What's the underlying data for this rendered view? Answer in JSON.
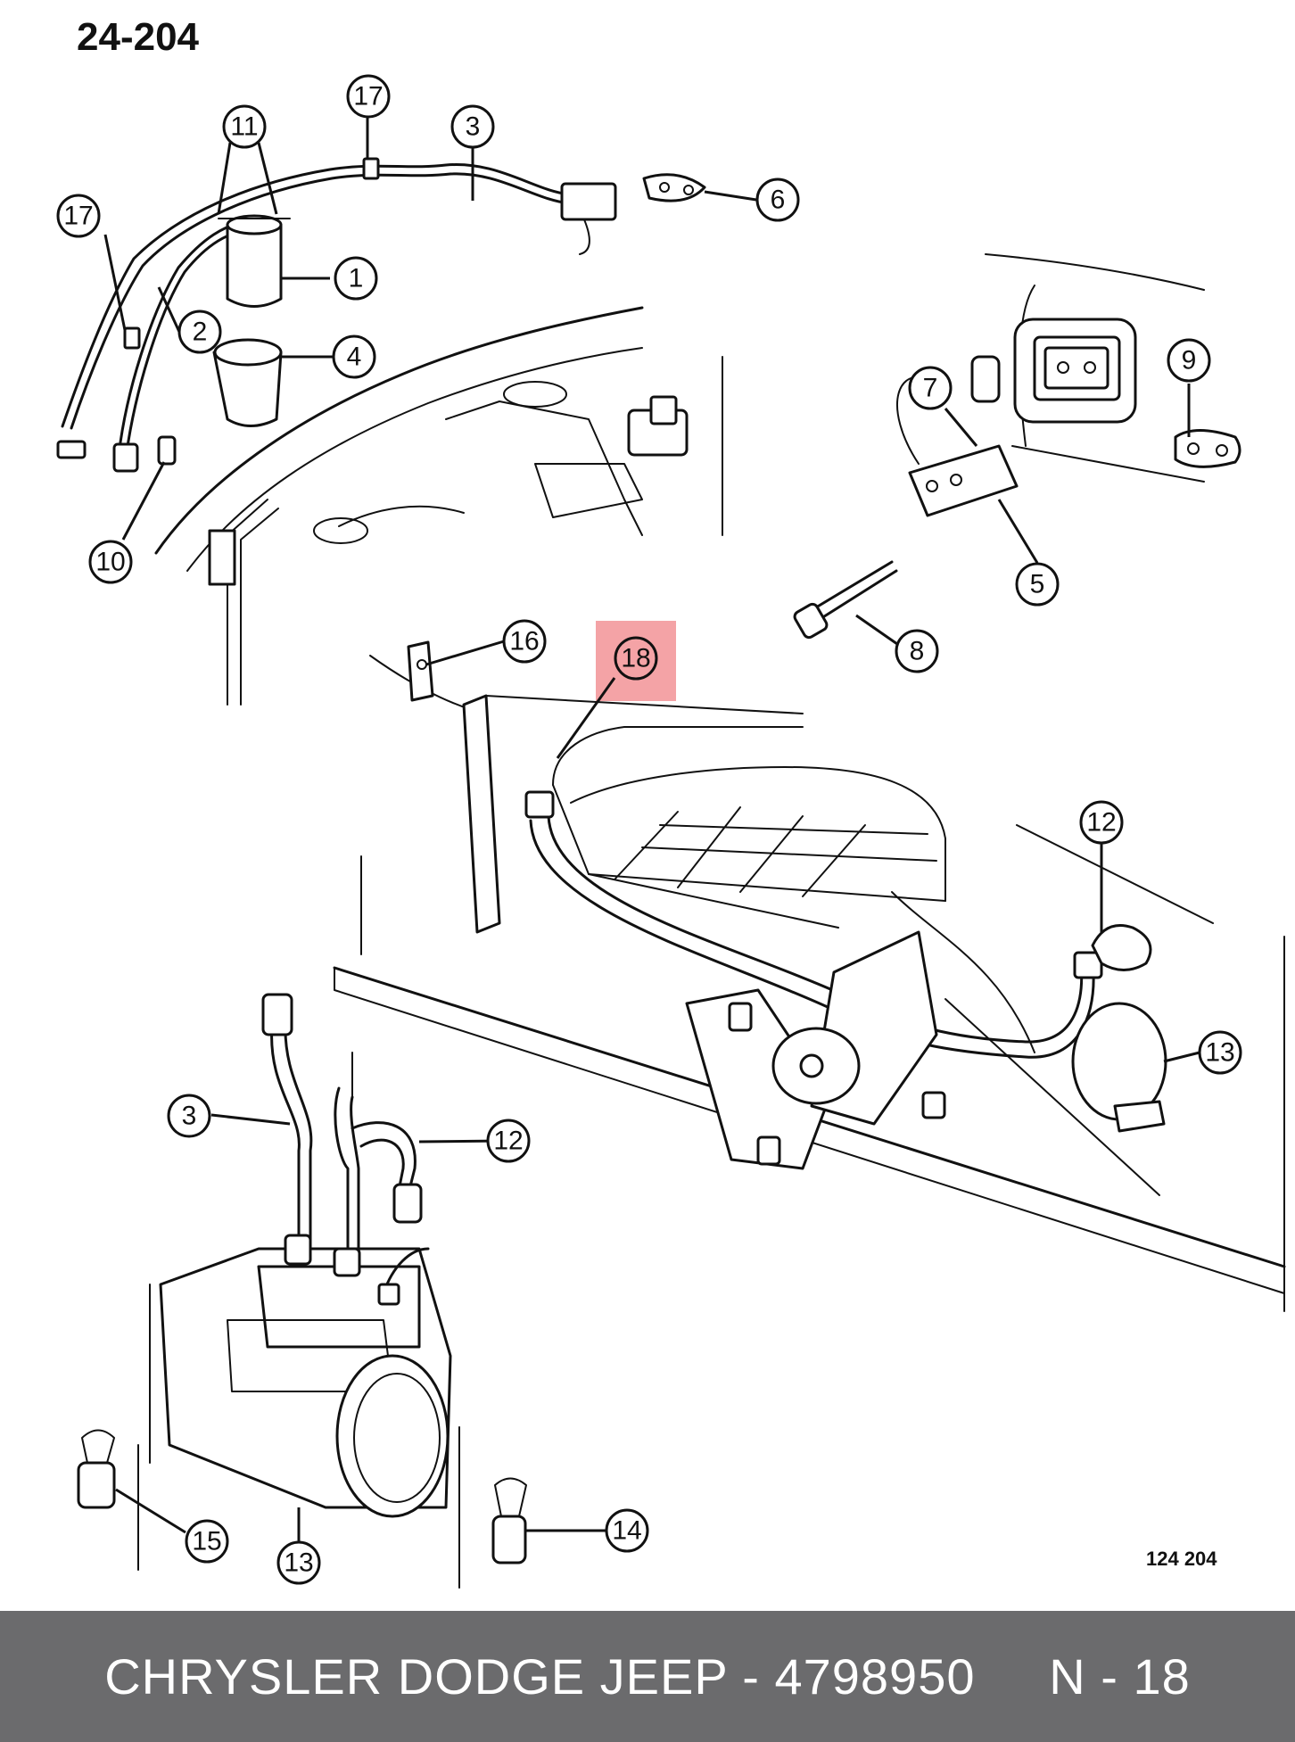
{
  "diagram": {
    "page_code": "24-204",
    "figure_code": "124  204",
    "callouts": [
      {
        "label": "1"
      },
      {
        "label": "2"
      },
      {
        "label": "3"
      },
      {
        "label": "4"
      },
      {
        "label": "5"
      },
      {
        "label": "6"
      },
      {
        "label": "7"
      },
      {
        "label": "8"
      },
      {
        "label": "9"
      },
      {
        "label": "10"
      },
      {
        "label": "11"
      },
      {
        "label": "12"
      },
      {
        "label": "12"
      },
      {
        "label": "13"
      },
      {
        "label": "13"
      },
      {
        "label": "14"
      },
      {
        "label": "15"
      },
      {
        "label": "16"
      },
      {
        "label": "17"
      },
      {
        "label": "17"
      },
      {
        "label": "3"
      },
      {
        "label": "18"
      }
    ],
    "highlight_color": "#f4a3a6"
  },
  "footer": {
    "text": "CHRYSLER DODGE JEEP - 4798950     N - 18",
    "background": "#6b6b6d"
  }
}
